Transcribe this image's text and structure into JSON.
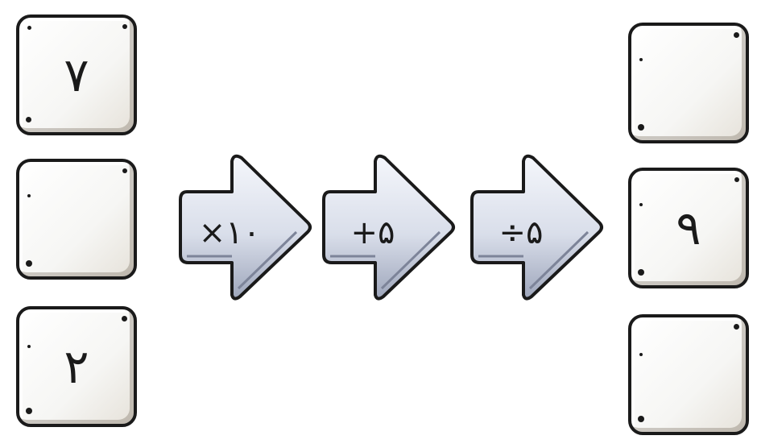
{
  "inputs": [
    {
      "value": "۷"
    },
    {
      "value": ""
    },
    {
      "value": "۲"
    }
  ],
  "operations": [
    {
      "label": "×۱۰"
    },
    {
      "label": "+۵"
    },
    {
      "label": "÷۵"
    }
  ],
  "outputs": [
    {
      "value": ""
    },
    {
      "value": "۹"
    },
    {
      "value": ""
    }
  ]
}
